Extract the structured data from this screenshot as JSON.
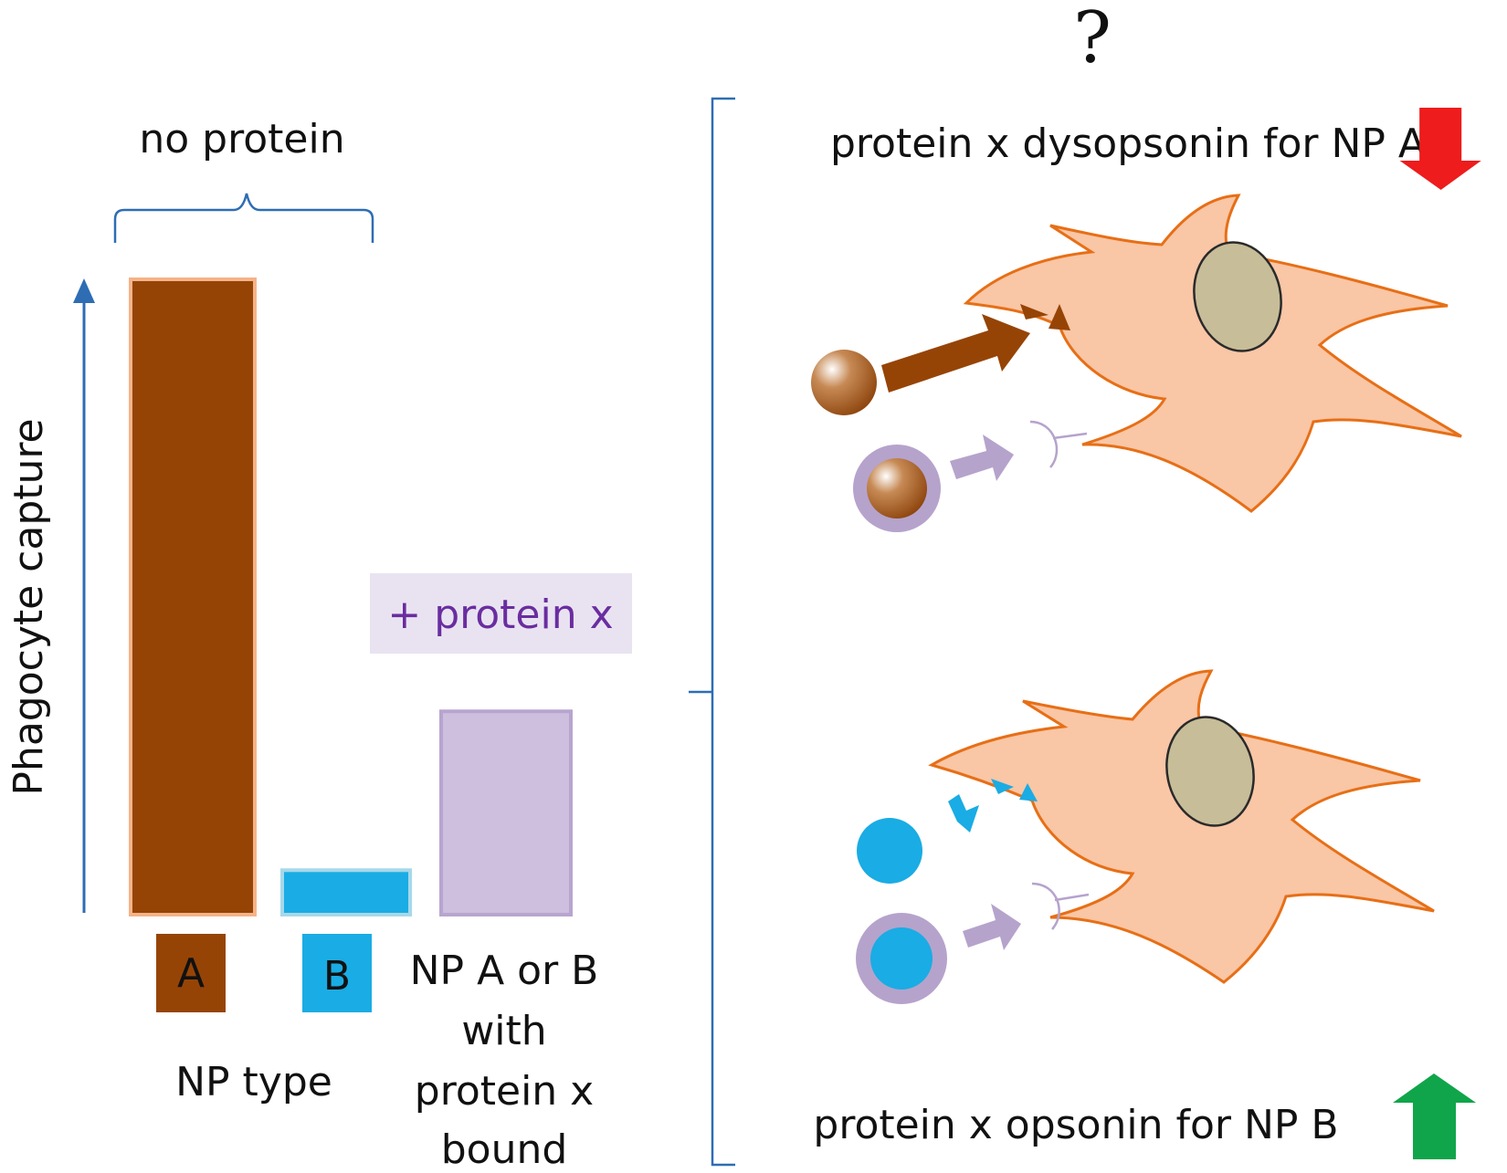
{
  "question_mark": "?",
  "bar_chart": {
    "axis_label": "Phagocyte capture",
    "x_axis_label": "NP type",
    "group_label": "no protein",
    "added_label": "+ protein x",
    "category_A": "A",
    "category_B": "B",
    "category_C_lines": [
      "NP A or B",
      "with",
      "protein x",
      "bound"
    ],
    "colors": {
      "A": "#964406",
      "B": "#1aace4",
      "C": "#cdbfdd",
      "axis": "#2e6db4"
    }
  },
  "chart_data": {
    "type": "bar",
    "categories": [
      "A",
      "B",
      "NP A or B with protein x bound"
    ],
    "values": [
      100,
      7,
      32
    ],
    "ylabel": "Phagocyte capture",
    "xlabel": "NP type",
    "ylim": [
      0,
      100
    ],
    "grid": false
  },
  "scenarios": {
    "top_label": "protein x dysopsonin for NP A",
    "bottom_label": "protein x opsonin for NP B",
    "down_arrow_color": "#ee1c1c",
    "up_arrow_color": "#10a54a"
  }
}
